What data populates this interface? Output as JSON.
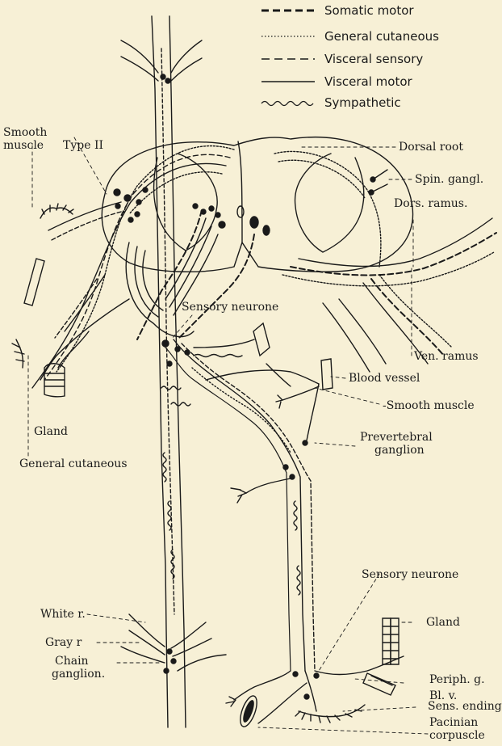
{
  "legend": [
    {
      "label": "Somatic motor",
      "style": "heavy-dash"
    },
    {
      "label": "General cutaneous",
      "style": "dotted"
    },
    {
      "label": "Visceral sensory",
      "style": "dash"
    },
    {
      "label": "Visceral motor",
      "style": "solid"
    },
    {
      "label": "Sympathetic",
      "style": "wavy"
    }
  ],
  "labels": {
    "smooth_muscle_top_1": "Smooth",
    "smooth_muscle_top_2": "muscle",
    "type_ii": "Type II",
    "dorsal_root": "Dorsal root",
    "spin_gangl": "Spin. gangl.",
    "dors_ramus": "Dors. ramus.",
    "sensory_neurone_top": "Sensory neurone",
    "ven_ramus": "Ven. ramus",
    "blood_vessel": "Blood vessel",
    "smooth_muscle_mid": "-Smooth muscle",
    "prevertebral_1": "Prevertebral",
    "prevertebral_2": "ganglion",
    "gland_left": "Gland",
    "general_cutaneous": "General cutaneous",
    "sensory_neurone_bottom": "Sensory neurone",
    "white_r": "White r.",
    "gray_r": "Gray r",
    "chain_1": "Chain",
    "chain_2": "ganglion.",
    "gland_right": "Gland",
    "periph_g": "Periph. g.",
    "bl_v": "Bl. v.",
    "sens_ending": "Sens. ending",
    "pacinian_1": "Pacinian",
    "pacinian_2": "corpuscle"
  }
}
